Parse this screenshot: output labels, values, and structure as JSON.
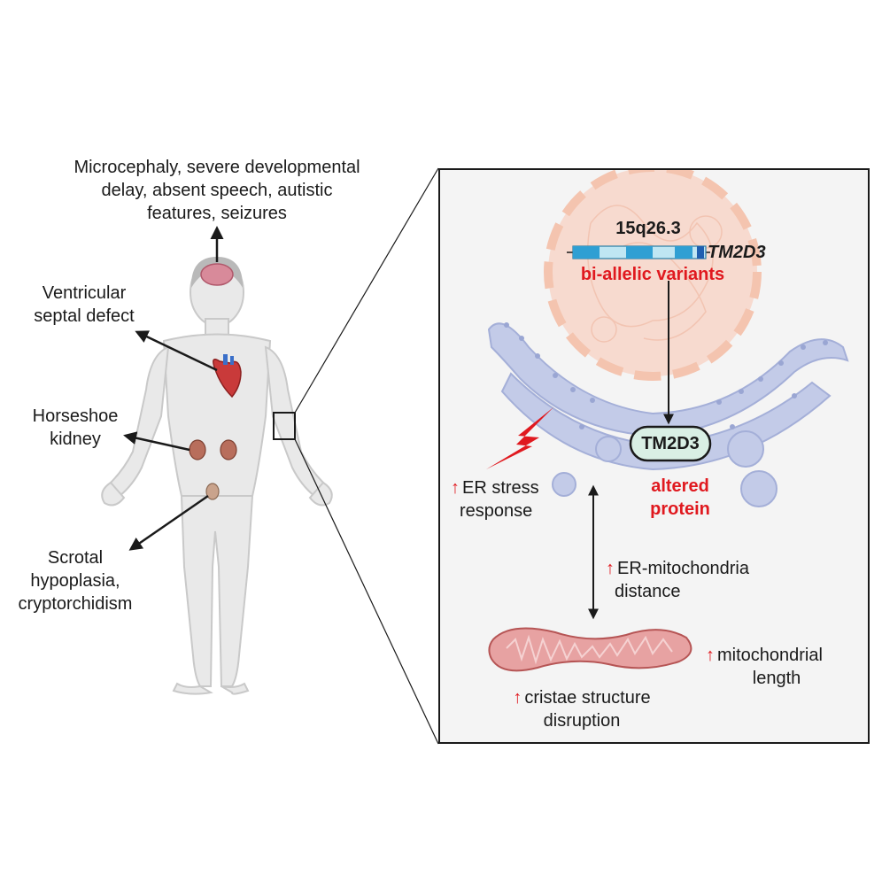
{
  "phenotypes": {
    "brain": "Microcephaly, severe developmental delay, absent speech, autistic features, seizures",
    "brain_lines": [
      "Microcephaly, severe developmental",
      "delay, absent speech, autistic",
      "features, seizures"
    ],
    "heart_lines": [
      "Ventricular",
      "septal defect"
    ],
    "kidney_lines": [
      "Horseshoe",
      "kidney"
    ],
    "genital_lines": [
      "Scrotal",
      "hypoplasia,",
      "cryptorchidism"
    ]
  },
  "cell_panel": {
    "locus": "15q26.3",
    "gene": "TM2D3",
    "variants": "bi-allelic variants",
    "protein": "TM2D3",
    "altered_lines": [
      "altered",
      "protein"
    ],
    "er_stress_lines": [
      "ER stress",
      "response"
    ],
    "er_mito_lines": [
      "ER-mitochondria",
      "distance"
    ],
    "cristae_lines": [
      "cristae structure",
      "disruption"
    ],
    "mito_length_lines": [
      "mitochondrial",
      "length"
    ],
    "up_arrow": "↑"
  },
  "colors": {
    "highlight_red": "#e0191f",
    "er_blue": "#b9c3e3",
    "nucleus_peach": "#f8d8cc",
    "protein_green": "#d9efe4",
    "mito_red": "#e7a2a2",
    "gene_blue": "#2f9fd3"
  }
}
